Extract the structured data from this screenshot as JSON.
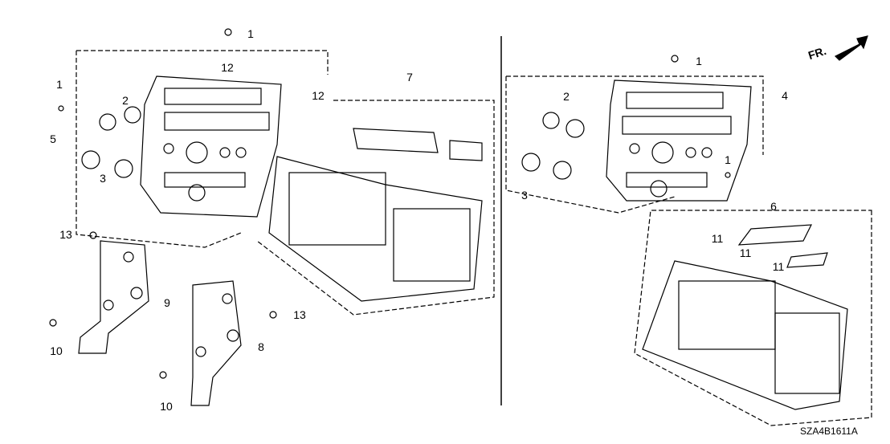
{
  "diagram": {
    "code": "SZA4B1611A",
    "direction_marker": "FR.",
    "callouts": [
      {
        "id": "c1a",
        "text": "1"
      },
      {
        "id": "c1b",
        "text": "1"
      },
      {
        "id": "c12a",
        "text": "12"
      },
      {
        "id": "c12b",
        "text": "12"
      },
      {
        "id": "c2a",
        "text": "2"
      },
      {
        "id": "c5",
        "text": "5"
      },
      {
        "id": "c3a",
        "text": "3"
      },
      {
        "id": "c7",
        "text": "7"
      },
      {
        "id": "c13a",
        "text": "13"
      },
      {
        "id": "c9",
        "text": "9"
      },
      {
        "id": "c10a",
        "text": "10"
      },
      {
        "id": "c8",
        "text": "8"
      },
      {
        "id": "c13b",
        "text": "13"
      },
      {
        "id": "c10b",
        "text": "10"
      },
      {
        "id": "c1c",
        "text": "1"
      },
      {
        "id": "c4",
        "text": "4"
      },
      {
        "id": "c2b",
        "text": "2"
      },
      {
        "id": "c3b",
        "text": "3"
      },
      {
        "id": "c1d",
        "text": "1"
      },
      {
        "id": "c6",
        "text": "6"
      },
      {
        "id": "c11a",
        "text": "11"
      },
      {
        "id": "c11b",
        "text": "11"
      },
      {
        "id": "c11c",
        "text": "11"
      }
    ]
  }
}
